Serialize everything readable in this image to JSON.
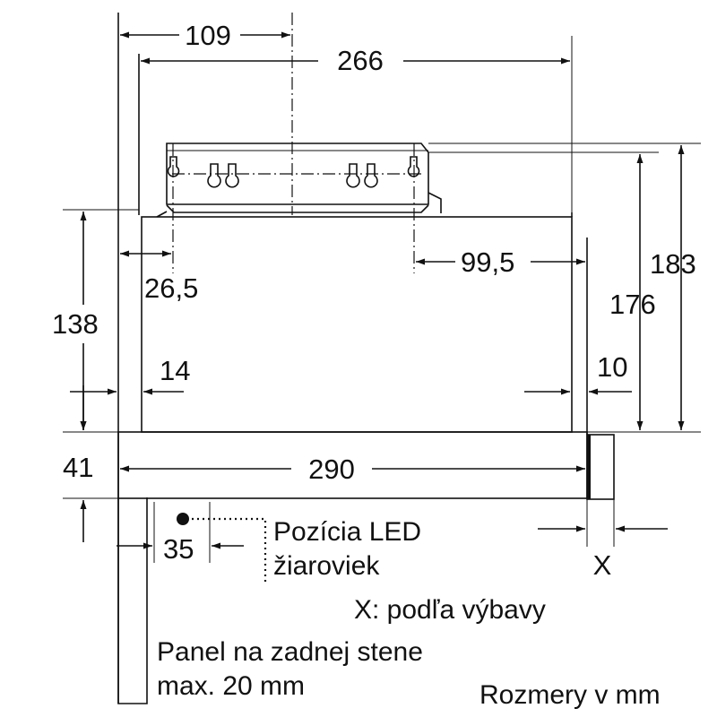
{
  "dimensions": {
    "d109": "109",
    "d266": "266",
    "d26_5": "26,5",
    "d99_5": "99,5",
    "d183": "183",
    "d176": "176",
    "d138": "138",
    "d14": "14",
    "d10": "10",
    "d41": "41",
    "d290": "290",
    "d35": "35",
    "dX": "X"
  },
  "notes": {
    "led_line1": "Pozícia LED",
    "led_line2": "žiaroviek",
    "x_note": "X: podľa výbavy",
    "panel_line1": "Panel na zadnej stene",
    "panel_line2": "max. 20 mm",
    "units": "Rozmery v mm"
  }
}
